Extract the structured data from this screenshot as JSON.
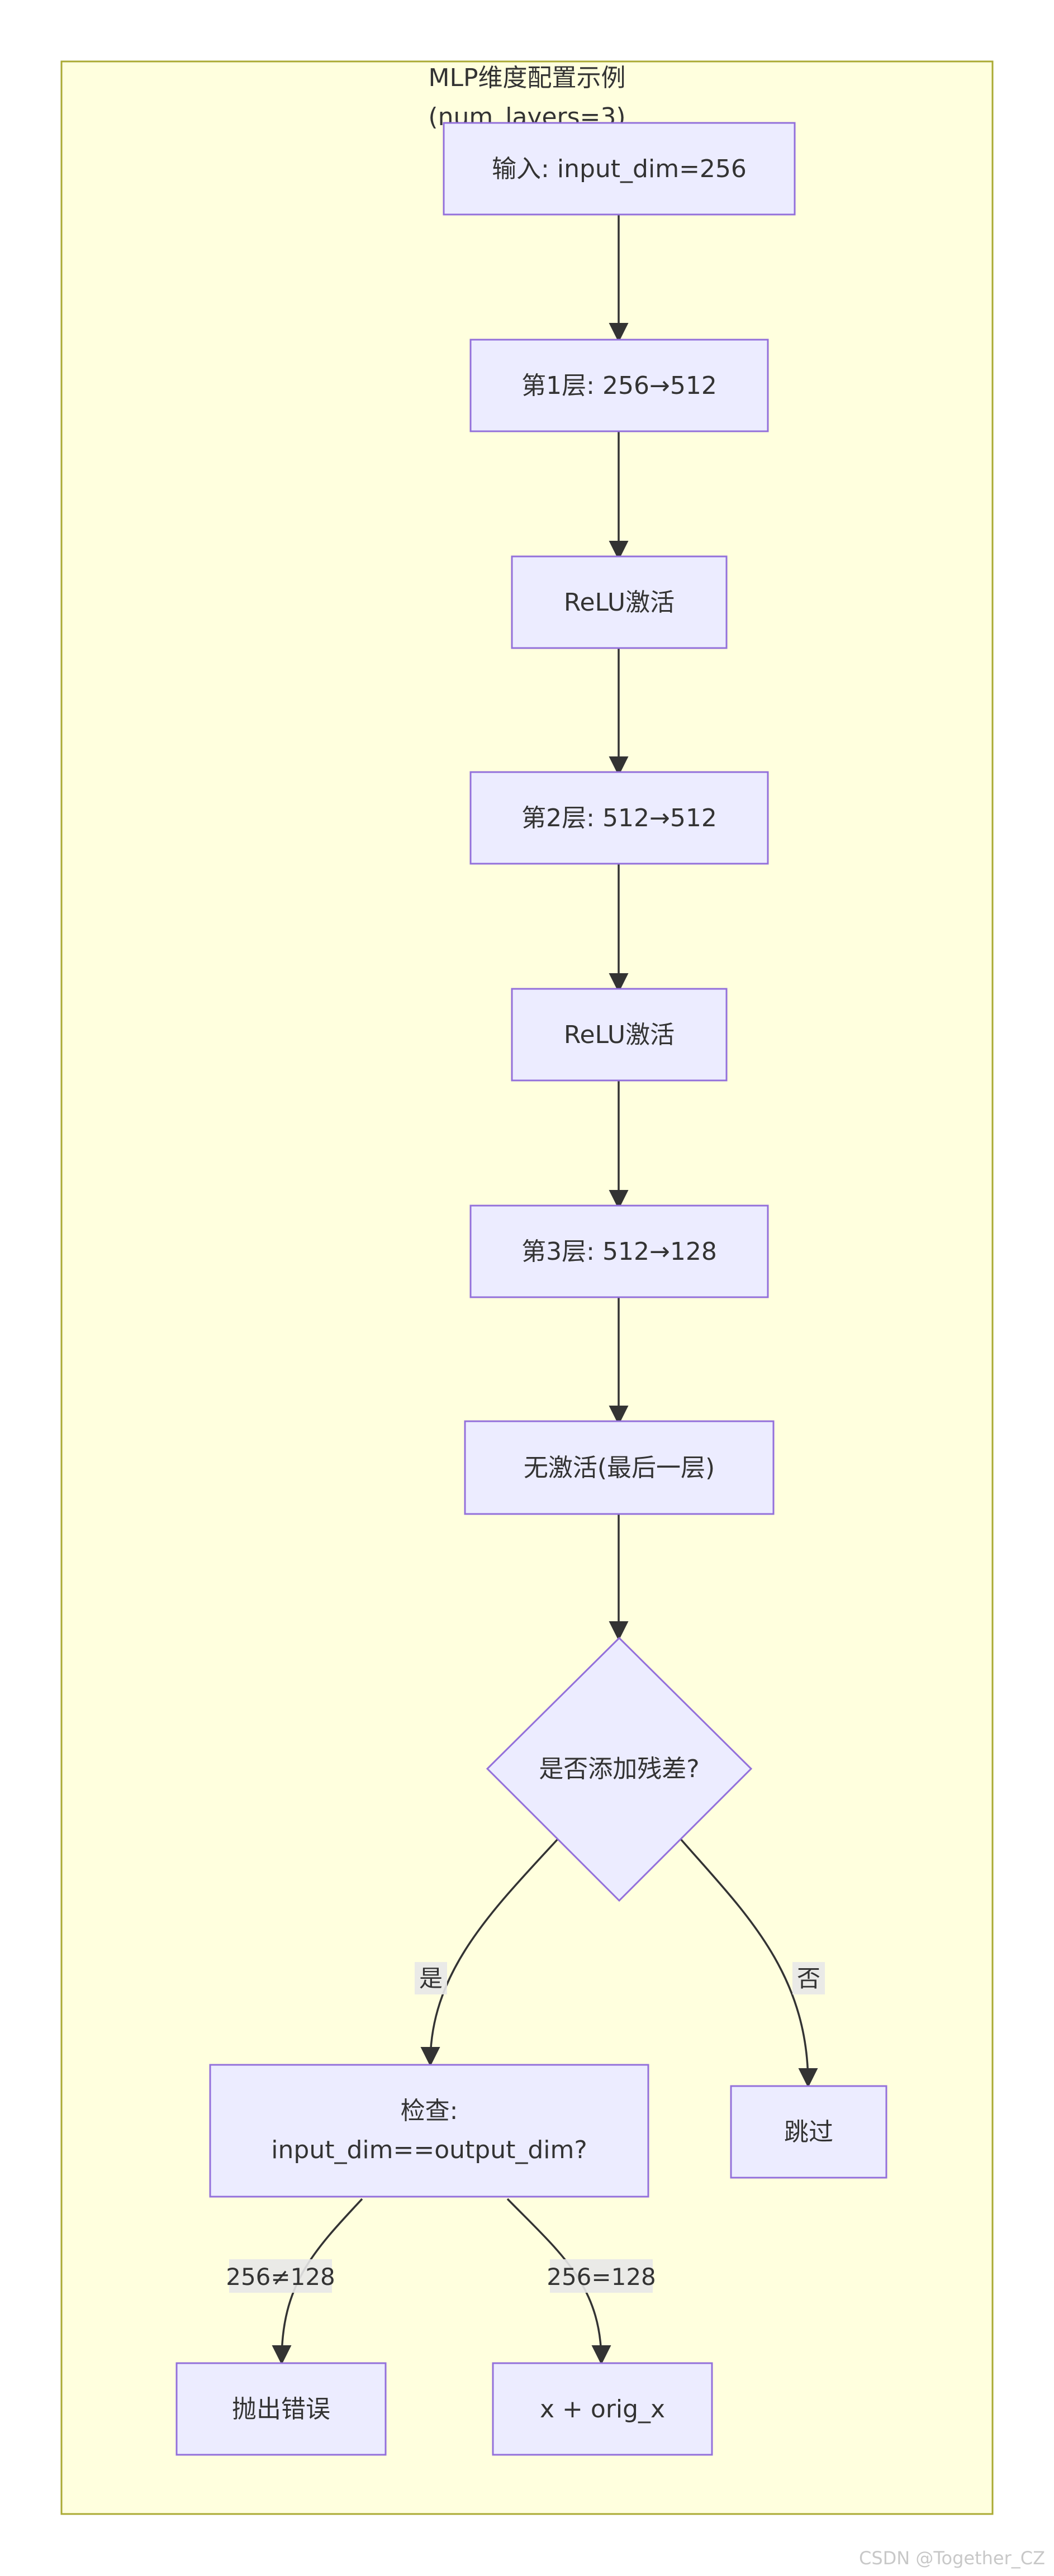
{
  "cluster": {
    "title_line1": "MLP维度配置示例",
    "title_line2": "(num_layers=3)"
  },
  "nodes": {
    "input": "输入: input_dim=256",
    "layer1": "第1层: 256→512",
    "relu1": "ReLU激活",
    "layer2": "第2层: 512→512",
    "relu2": "ReLU激活",
    "layer3": "第3层: 512→128",
    "no_act": "无激活(最后一层)",
    "decision": "是否添加残差?",
    "check_line1": "检查:",
    "check_line2": "input_dim==output_dim?",
    "skip": "跳过",
    "error": "抛出错误",
    "residual": "x + orig_x"
  },
  "edge_labels": {
    "yes": "是",
    "no": "否",
    "not_equal": "256≠128",
    "equal": "256=128"
  },
  "watermark": "CSDN @Together_CZ",
  "colors": {
    "node_fill": "#ECECFF",
    "node_stroke": "#9370DB",
    "cluster_fill": "#FFFFDE",
    "cluster_stroke": "#AAAA33",
    "edge": "#333333"
  }
}
